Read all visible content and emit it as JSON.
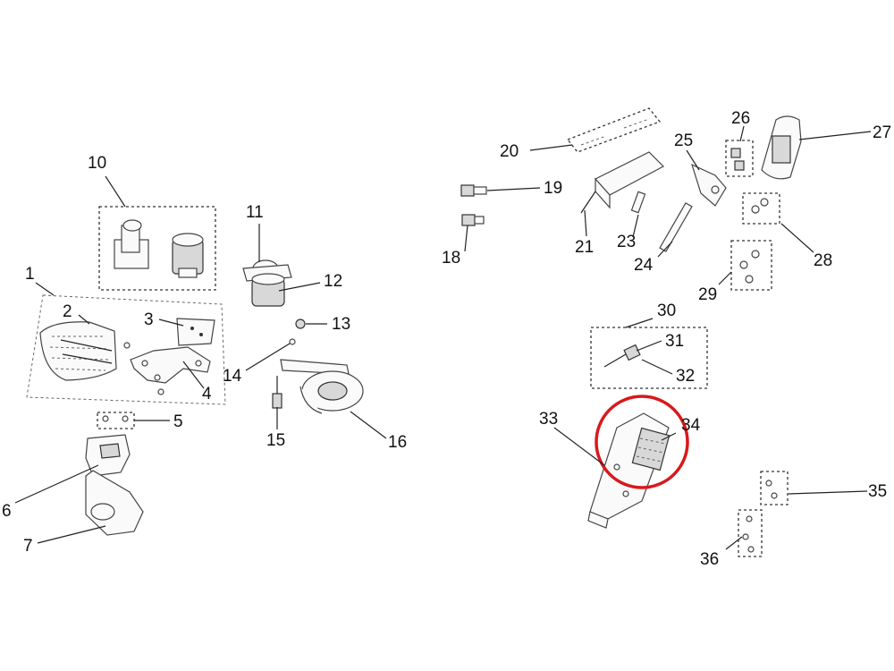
{
  "diagram": {
    "labels": [
      "1",
      "2",
      "3",
      "4",
      "5",
      "6",
      "7",
      "10",
      "11",
      "12",
      "13",
      "14",
      "15",
      "16",
      "18",
      "19",
      "20",
      "21",
      "23",
      "24",
      "25",
      "26",
      "27",
      "28",
      "29",
      "30",
      "31",
      "32",
      "33",
      "34",
      "35",
      "36"
    ],
    "highlight_color": "#d7191c",
    "highlighted_parts": [
      "34"
    ]
  }
}
